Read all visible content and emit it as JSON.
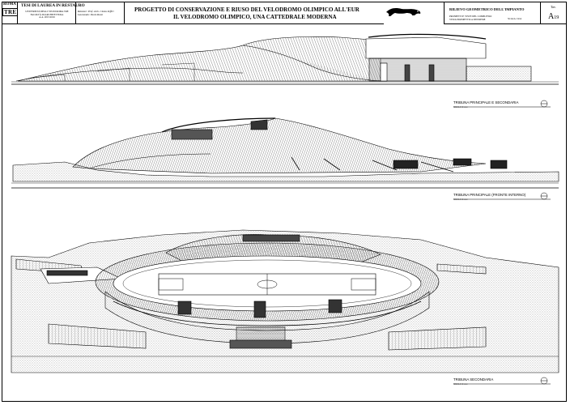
{
  "title_block": {
    "logo_top": "ROMA",
    "logo_main": "TRE",
    "thesis_title": "TESI DI LAUREA IN RESTAURO",
    "university_lines": [
      "UNIVERSITÀ DEGLI STUDI ROMA TRE",
      "FACOLTÀ DI ARCHITETTURA",
      "A.A. 2015/2016"
    ],
    "supervisor_lines": [
      "Relatore: Prof. Arch. Cinzia Zeffiri",
      "Laureando: Paolo Rossi"
    ],
    "project_title_line1": "PROGETTO DI CONSERVAZIONE E RIUSO DEL VELODROMO OLIMPICO ALL'EUR",
    "project_title_line2": "IL VELODROMO OLIMPICO, UNA CATTEDRALE MODERNA",
    "survey_title": "RILIEVO GEOMETRICO DELL'IMPIANTO",
    "survey_sub_lines": [
      "PROSPETTI E VISTE DEL COMPLESSO",
      "VISTA PROSPETTICA D'INSIEME"
    ],
    "scale_text": "SCALA 1:xxx",
    "sheet_label": "Tav.",
    "sheet_letter": "A",
    "sheet_number": "19"
  },
  "views": [
    {
      "title": "TRIBUNA PRINCIPALE E SECONDARIA",
      "sub": "SCALA 1:xxx"
    },
    {
      "title": "TRIBUNA PRINCIPALE (FRONTE INTERNO)",
      "sub": "SCALA 1:xxx"
    },
    {
      "title": "TRIBUNA SECONDARIA",
      "sub": "SCALA 1:xxx"
    }
  ]
}
